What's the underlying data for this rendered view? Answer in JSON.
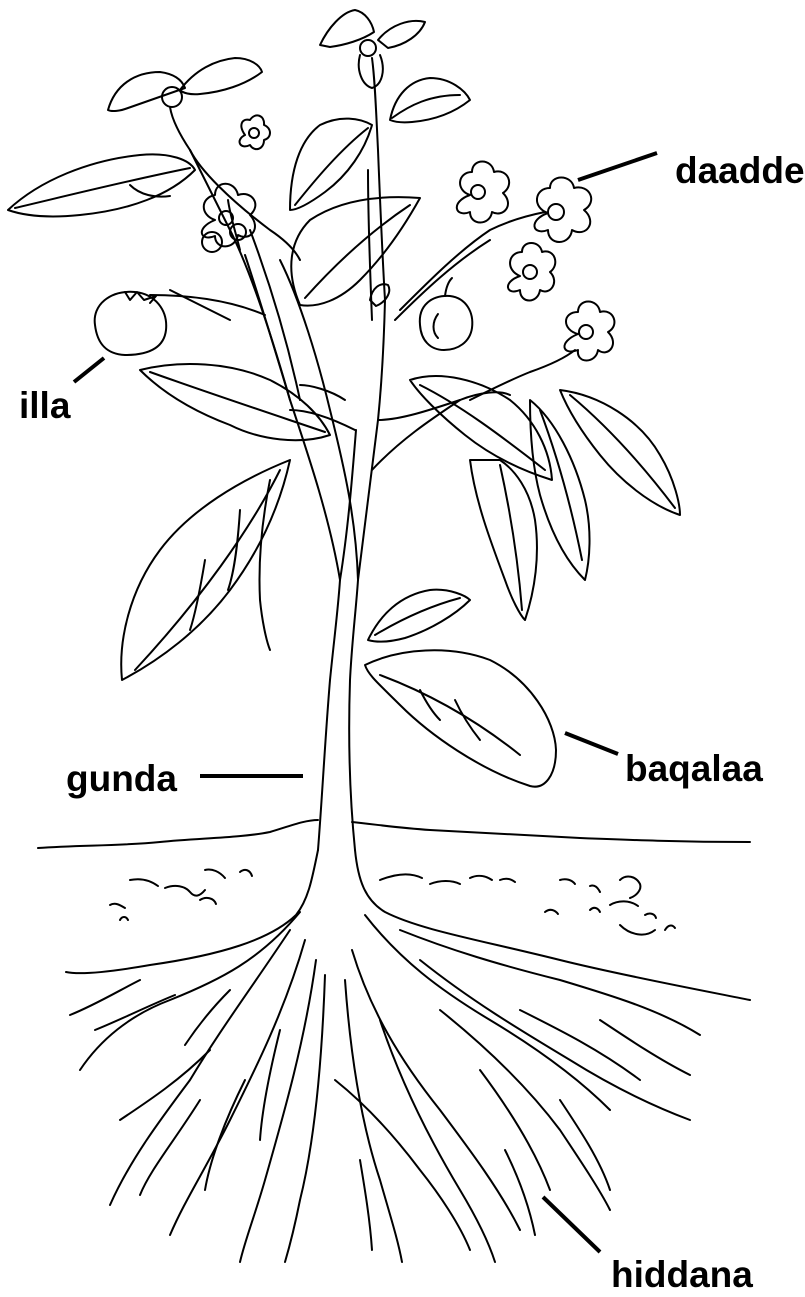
{
  "labels": {
    "flower": "daadde",
    "fruit": "illa",
    "stem": "gunda",
    "leaf": "baqalaa",
    "root": "hiddana"
  },
  "colors": {
    "line": "#000000",
    "background": "#ffffff"
  }
}
